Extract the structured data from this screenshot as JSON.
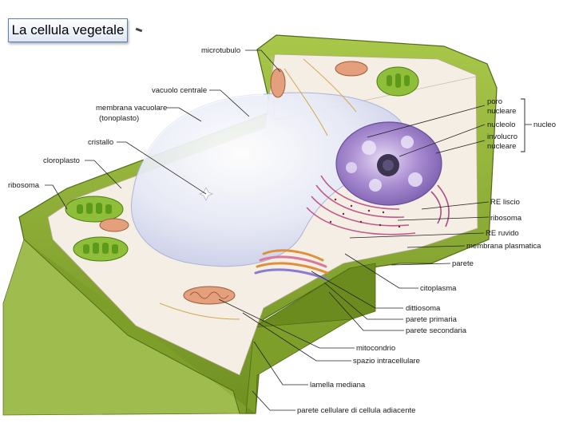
{
  "title": "La cellula vegetale",
  "labels": {
    "microtubulo": "microtubulo",
    "vacuolo_centrale": "vacuolo centrale",
    "membrana_vacuolare": "membrana vacuolare",
    "tonoplasto": "(tonoplasto)",
    "cristallo": "cristallo",
    "cloroplasto": "cloroplasto",
    "ribosoma_left": "ribosoma",
    "poro": "poro",
    "nucleare": "nucleare",
    "nucleolo": "nucleolo",
    "involucro": "involucro",
    "nucleare2": "nucleare",
    "nucleo": "nucleo",
    "re_liscio": "RE liscio",
    "ribosoma_right": "ribosoma",
    "re_ruvido": "RE ruvido",
    "membrana_plasmatica": "membrana plasmatica",
    "parete": "parete",
    "citoplasma": "citoplasma",
    "dittiosoma": "dittiosoma",
    "parete_primaria": "parete primaria",
    "parete_secondaria": "parete secondaria",
    "mitocondrio": "mitocondrio",
    "spazio_intracellulare": "spazio intracellulare",
    "lamella_mediana": "lamella mediana",
    "parete_adiacente": "parete cellulare di cellula adiacente"
  },
  "colors": {
    "wall": "#86a832",
    "wall_dark": "#5f7f1d",
    "cytoplasm": "#f4eee4",
    "vacuole": "#e4e8f8",
    "nucleus": "#9a82c4",
    "chloroplast": "#8fbf3a",
    "mitochondrion": "#d98a6a"
  }
}
